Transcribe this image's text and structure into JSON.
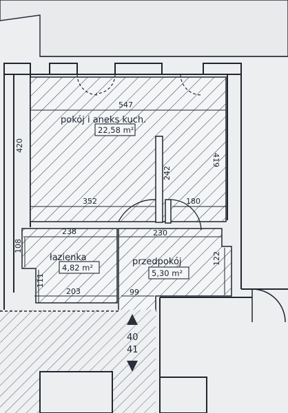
{
  "plan": {
    "rooms": [
      {
        "name": "pokój i aneks kuch.",
        "area": "22,58 m²"
      },
      {
        "name": "łazienka",
        "area": "4,82 m²"
      },
      {
        "name": "przedpokój",
        "area": "5,30 m²"
      }
    ],
    "dimensions": {
      "top_width": "547",
      "left_height": "420",
      "right_height": "419",
      "partition_height": "242",
      "left_wall_segment": "352",
      "right_wall_segment": "180",
      "bath_width": "238",
      "hall_width": "230",
      "bath_height": "108",
      "bath_lower_height": "111",
      "bath_bottom": "203",
      "hall_bottom": "99",
      "hall_depth": "122"
    },
    "stairs": {
      "upper": "40",
      "lower": "41"
    }
  }
}
